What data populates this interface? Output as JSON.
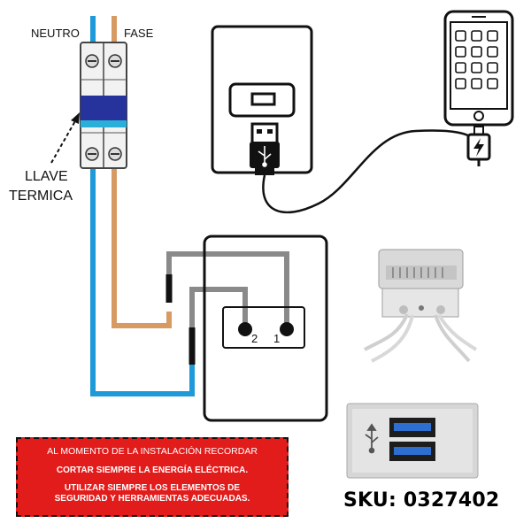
{
  "labels": {
    "neutro": "NEUTRO",
    "fase": "FASE",
    "llave_line1": "LLAVE",
    "llave_line2": "TERMICA",
    "terminal_2": "2",
    "terminal_1": "1"
  },
  "warning": {
    "line1": "AL MOMENTO DE LA INSTALACIÓN RECORDAR",
    "line2": "CORTAR SIEMPRE LA ENERGÍA ELÉCTRICA.",
    "line3": "UTILIZAR SIEMPRE LOS ELEMENTOS DE",
    "line4": "SEGURIDAD Y HERRAMIENTAS ADECUADAS."
  },
  "sku": "SKU: 0327402",
  "colors": {
    "neutral_wire": "#1e9ad8",
    "phase_wire": "#d89a63",
    "gray_wire": "#8a8a8a",
    "warning_bg": "#e21b1b",
    "breaker_lever": "#27339c"
  },
  "icons": [
    "usb-icon",
    "lightning-icon"
  ]
}
